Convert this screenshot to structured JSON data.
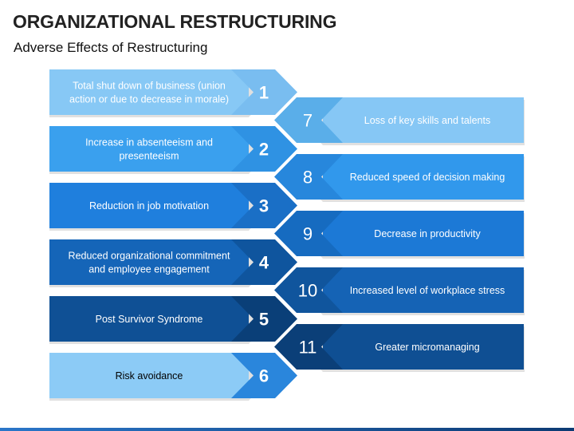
{
  "title": "ORGANIZATIONAL RESTRUCTURING",
  "subtitle": "Adverse Effects of Restructuring",
  "left_items": [
    {
      "number": "1",
      "lines": [
        "Total shut down of business (union",
        "action or due to decrease in morale)"
      ],
      "color": "#87c8f5",
      "tip": "#79bdf0",
      "dark_text": false
    },
    {
      "number": "2",
      "lines": [
        "Increase in absenteeism and",
        "presenteeism"
      ],
      "color": "#3aa0ee",
      "tip": "#2f92e3",
      "dark_text": false
    },
    {
      "number": "3",
      "lines": [
        "Reduction in job motivation"
      ],
      "color": "#1f7fdd",
      "tip": "#1a6fc6",
      "dark_text": false
    },
    {
      "number": "4",
      "lines": [
        "Reduced organizational commitment",
        "and employee engagement"
      ],
      "color": "#1565b8",
      "tip": "#0f559e",
      "dark_text": false
    },
    {
      "number": "5",
      "lines": [
        "Post Survivor Syndrome"
      ],
      "color": "#0f5095",
      "tip": "#0a3f78",
      "dark_text": false
    },
    {
      "number": "6",
      "lines": [
        "Risk avoidance"
      ],
      "color": "#8ccbf6",
      "tip": "#2a86dc",
      "dark_text": true
    }
  ],
  "right_items": [
    {
      "number": "7",
      "lines": [
        "Loss of key skills and talents"
      ],
      "color": "#86c7f5",
      "tip": "#5aaee9"
    },
    {
      "number": "8",
      "lines": [
        "Reduced speed of decision making"
      ],
      "color": "#3198ec",
      "tip": "#2787dc"
    },
    {
      "number": "9",
      "lines": [
        "Decrease in productivity"
      ],
      "color": "#1c79d6",
      "tip": "#166bc0"
    },
    {
      "number": "10",
      "lines": [
        "Increased level of workplace stress"
      ],
      "color": "#1563b5",
      "tip": "#10559d"
    },
    {
      "number": "11",
      "lines": [
        "Greater micromanaging"
      ],
      "color": "#0f4f93",
      "tip": "#0b3f78"
    }
  ]
}
